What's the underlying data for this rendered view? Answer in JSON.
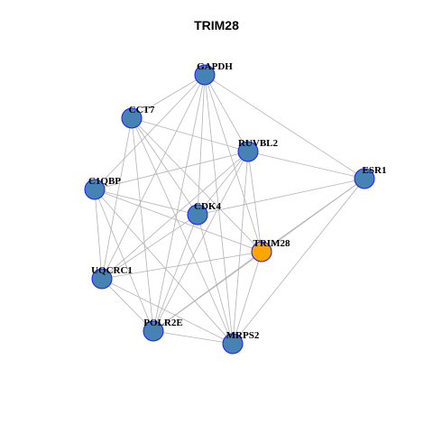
{
  "title": "TRIM28",
  "colors": {
    "node_default": "#4682b4",
    "node_highlight": "#ffa500",
    "node_stroke": "#1a1aff",
    "edge": "#b3b3b3"
  },
  "nodes": [
    {
      "id": "GAPDH",
      "label": "GAPDH",
      "highlight": false
    },
    {
      "id": "CCT7",
      "label": "CCT7",
      "highlight": false
    },
    {
      "id": "RUVBL2",
      "label": "RUVBL2",
      "highlight": false
    },
    {
      "id": "ESR1",
      "label": "ESR1",
      "highlight": false
    },
    {
      "id": "C1QBP",
      "label": "C1QBP",
      "highlight": false
    },
    {
      "id": "CDK4",
      "label": "CDK4",
      "highlight": false
    },
    {
      "id": "TRIM28",
      "label": "TRIM28",
      "highlight": true
    },
    {
      "id": "UQCRC1",
      "label": "UQCRC1",
      "highlight": false
    },
    {
      "id": "POLR2E",
      "label": "POLR2E",
      "highlight": false
    },
    {
      "id": "MRPS2",
      "label": "MRPS2",
      "highlight": false
    }
  ],
  "edges": [
    [
      "GAPDH",
      "CCT7"
    ],
    [
      "GAPDH",
      "RUVBL2"
    ],
    [
      "GAPDH",
      "ESR1"
    ],
    [
      "GAPDH",
      "C1QBP"
    ],
    [
      "GAPDH",
      "CDK4"
    ],
    [
      "GAPDH",
      "TRIM28"
    ],
    [
      "GAPDH",
      "UQCRC1"
    ],
    [
      "GAPDH",
      "POLR2E"
    ],
    [
      "GAPDH",
      "MRPS2"
    ],
    [
      "CCT7",
      "RUVBL2"
    ],
    [
      "CCT7",
      "CDK4"
    ],
    [
      "CCT7",
      "TRIM28"
    ],
    [
      "CCT7",
      "UQCRC1"
    ],
    [
      "CCT7",
      "POLR2E"
    ],
    [
      "CCT7",
      "MRPS2"
    ],
    [
      "RUVBL2",
      "ESR1"
    ],
    [
      "RUVBL2",
      "C1QBP"
    ],
    [
      "RUVBL2",
      "CDK4"
    ],
    [
      "RUVBL2",
      "TRIM28"
    ],
    [
      "RUVBL2",
      "UQCRC1"
    ],
    [
      "RUVBL2",
      "POLR2E"
    ],
    [
      "RUVBL2",
      "MRPS2"
    ],
    [
      "ESR1",
      "CDK4"
    ],
    [
      "ESR1",
      "TRIM28"
    ],
    [
      "ESR1",
      "POLR2E"
    ],
    [
      "ESR1",
      "MRPS2"
    ],
    [
      "C1QBP",
      "CDK4"
    ],
    [
      "C1QBP",
      "TRIM28"
    ],
    [
      "C1QBP",
      "UQCRC1"
    ],
    [
      "C1QBP",
      "POLR2E"
    ],
    [
      "C1QBP",
      "MRPS2"
    ],
    [
      "CDK4",
      "UQCRC1"
    ],
    [
      "CDK4",
      "POLR2E"
    ],
    [
      "CDK4",
      "MRPS2"
    ],
    [
      "TRIM28",
      "UQCRC1"
    ],
    [
      "TRIM28",
      "POLR2E"
    ],
    [
      "TRIM28",
      "MRPS2"
    ],
    [
      "UQCRC1",
      "POLR2E"
    ],
    [
      "UQCRC1",
      "MRPS2"
    ],
    [
      "POLR2E",
      "MRPS2"
    ]
  ]
}
